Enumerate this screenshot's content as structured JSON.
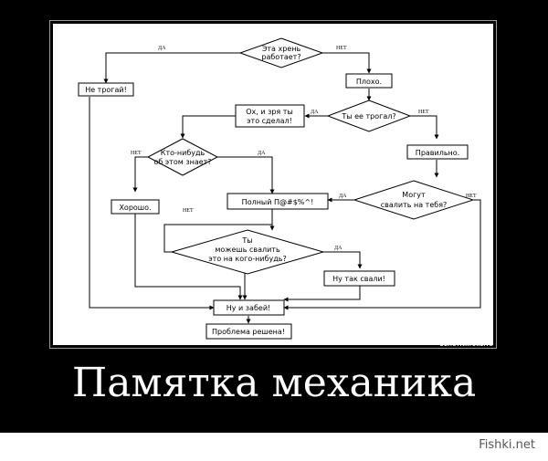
{
  "diagram": {
    "nodes": {
      "works": [
        "Эта хрень",
        "работает?"
      ],
      "dont_touch": "Не трогай!",
      "bad": "Плохо.",
      "touched": "Ты ее трогал?",
      "oh_why": [
        "Ох, и зря ты",
        "это сделал!"
      ],
      "someone_knows": [
        "Кто-нибудь",
        "об этом знает?"
      ],
      "right": "Правильно.",
      "good": "Хорошо.",
      "full": "Полный П@#$%^!",
      "can_blame_you": [
        "Могут",
        "свалить на тебя?"
      ],
      "can_blame": [
        "Ты",
        "можешь свалить",
        "это на кого-нибудь?"
      ],
      "blame_it": "Ну так свали!",
      "forget": "Ну и забей!",
      "solved": "Проблема решена!"
    },
    "labels": {
      "yes": "ДА",
      "no": "НЕТ"
    }
  },
  "watermark": "DEMOTIVATORS.TO",
  "caption": "Памятка механика",
  "site": "Fishki.net"
}
